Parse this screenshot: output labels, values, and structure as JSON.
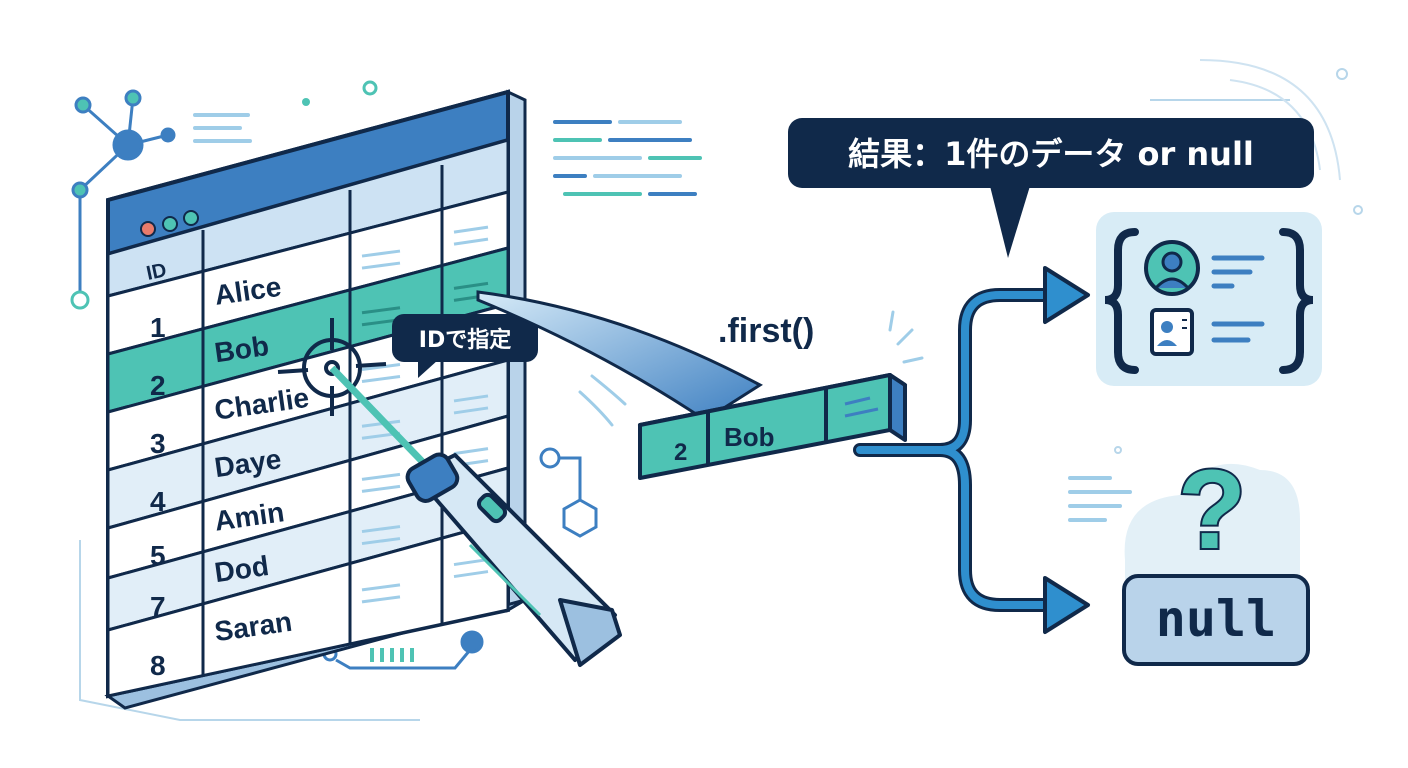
{
  "table": {
    "header_id": "ID",
    "rows": [
      {
        "id": "1",
        "name": "Alice",
        "highlighted": false
      },
      {
        "id": "2",
        "name": "Bob",
        "highlighted": true
      },
      {
        "id": "3",
        "name": "Charlie",
        "highlighted": false
      },
      {
        "id": "4",
        "name": "Daye",
        "highlighted": false
      },
      {
        "id": "5",
        "name": "Amin",
        "highlighted": false
      },
      {
        "id": "7",
        "name": "Dod",
        "highlighted": false
      },
      {
        "id": "8",
        "name": "Saran",
        "highlighted": false
      }
    ]
  },
  "callout_id": "IDで指定",
  "method_label": ".first()",
  "result_bubble": "結果：1件のデータ or null",
  "selected_record": {
    "id": "2",
    "name": "Bob"
  },
  "null_label": "null",
  "question_mark": "?",
  "colors": {
    "navy": "#10294a",
    "blue": "#3d7fc1",
    "teal": "#4ec3b4",
    "light_blue": "#d6e8f5",
    "accent_line": "#2f8fce"
  },
  "icons": [
    "target-reticle-icon",
    "laser-pointer-icon",
    "user-avatar-icon",
    "id-card-icon",
    "network-node-icon",
    "hexagon-icon"
  ]
}
